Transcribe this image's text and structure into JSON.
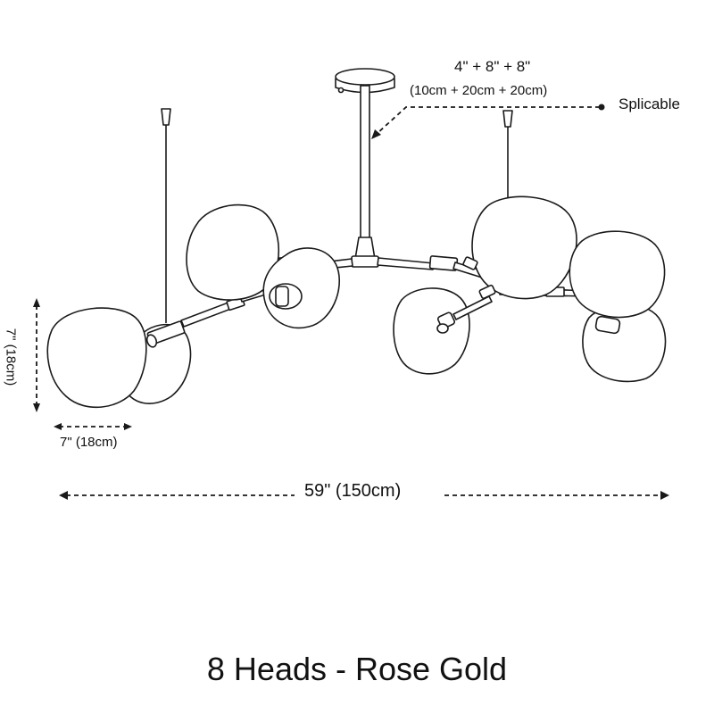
{
  "dimensions": {
    "rod_extension_inch": "4\" + 8\" + 8\"",
    "rod_extension_cm": "(10cm + 20cm + 20cm)",
    "splicable_label": "Splicable",
    "shade_width": "7\" (18cm)",
    "shade_height": "7\" (18cm)",
    "total_span": "59\" (150cm)"
  },
  "caption": "8 Heads - Rose Gold",
  "colors": {
    "line": "#1a1a1a",
    "background": "#ffffff"
  }
}
